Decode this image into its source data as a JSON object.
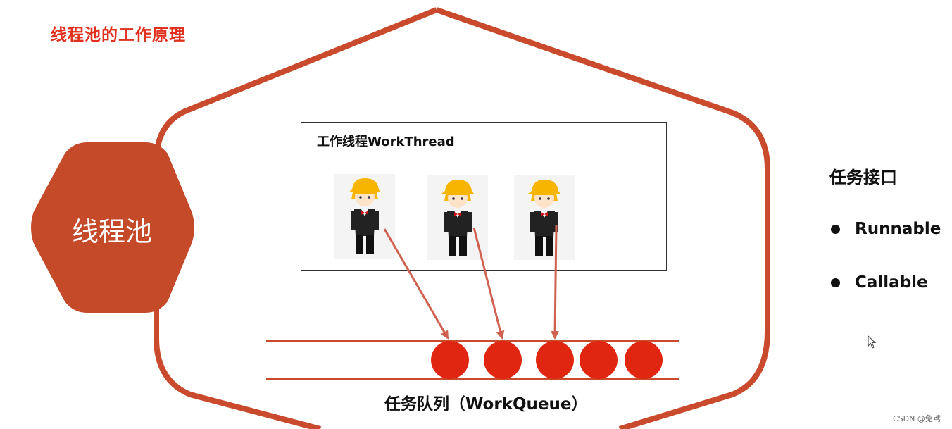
{
  "page_title": "线程池的工作原理",
  "pool": {
    "label": "线程池"
  },
  "work_thread": {
    "title": "工作线程WorkThread",
    "worker_count": 3
  },
  "work_queue": {
    "label": "任务队列（WorkQueue）",
    "task_count": 5
  },
  "task_interface": {
    "title": "任务接口",
    "items": [
      "Runnable",
      "Callable"
    ]
  },
  "watermark": "CSDN @免鸢",
  "colors": {
    "accent": "#c94a2c",
    "title_red": "#e0301e",
    "task_red": "#e02610",
    "arrow": "#d06050"
  }
}
